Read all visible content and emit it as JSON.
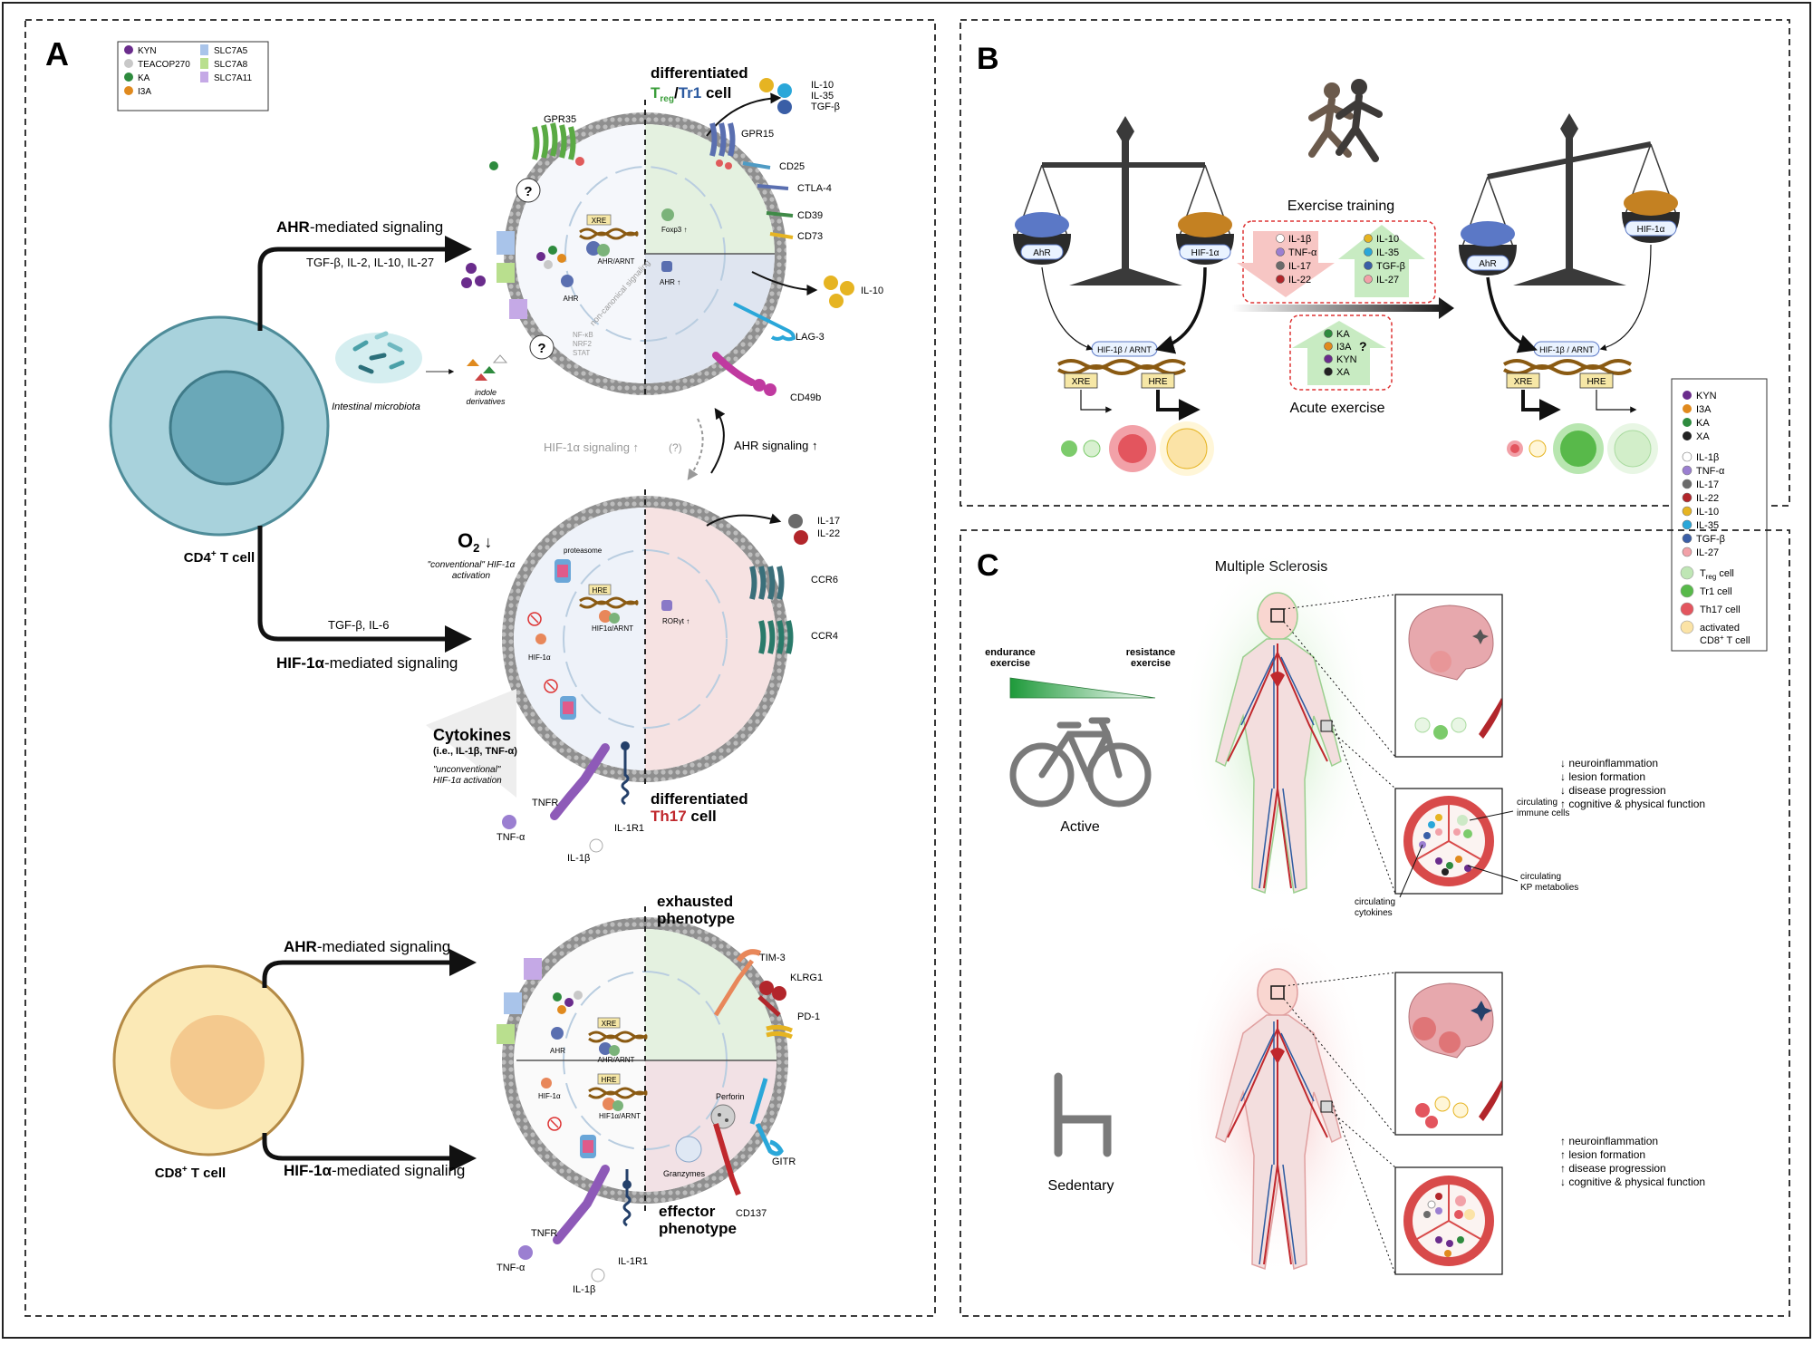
{
  "panelA": {
    "letter": "A",
    "legend": [
      {
        "label": "KYN",
        "color": "#6a2c8c",
        "kind": "dot"
      },
      {
        "label": "TEACOP270",
        "color": "#c8c8c8",
        "kind": "dot"
      },
      {
        "label": "KA",
        "color": "#2e8b3e",
        "kind": "dot"
      },
      {
        "label": "I3A",
        "color": "#e08a1e",
        "kind": "dot"
      },
      {
        "label": "SLC7A5",
        "color": "#a9c4ea",
        "kind": "bar"
      },
      {
        "label": "SLC7A8",
        "color": "#b9df8e",
        "kind": "bar"
      },
      {
        "label": "SLC7A11",
        "color": "#c5a9e6",
        "kind": "bar"
      }
    ],
    "cd4": {
      "label": "CD4",
      "label_sup": "+",
      "label_tail": " T cell",
      "ahr_bold": "AHR",
      "ahr_rest": "-mediated signaling",
      "ahr_cytokines": "TGF-β, IL-2, IL-10, IL-27",
      "hif_bold": "HIF-1α",
      "hif_rest": "-mediated signaling",
      "hif_cytokines": "TGF-β, IL-6",
      "microbiota": "Intestinal microbiota",
      "indole1": "indole",
      "indole2": "derivatives",
      "question": "?",
      "treg": {
        "title1": "differentiated",
        "t_reg": "T",
        "t_reg_sub": "reg",
        "slash": "/",
        "tr1": "Tr1",
        "cell": " cell",
        "cytokines": [
          "IL-10",
          "IL-35",
          "TGF-β"
        ],
        "receptors": [
          "GPR15",
          "CD25",
          "CTLA-4",
          "CD39",
          "CD73"
        ],
        "il10": "IL-10",
        "lag3": "LAG-3",
        "cd49b": "CD49b",
        "gpr35": "GPR35",
        "foxp3": "Foxp3 ↑",
        "ahr_up": "AHR ↑",
        "xre": "XRE",
        "ahr_arnt": "AHR/ARNT",
        "ahr": "AHR",
        "noncanonical": "non-canonical signaling",
        "nfkb": [
          "NF-κB",
          "NRF2",
          "STAT"
        ]
      },
      "mid": {
        "hif_sig": "HIF-1α signaling ↑",
        "q": "(?)",
        "ahr_sig": "AHR signaling ↑"
      },
      "th17": {
        "o2": "O",
        "o2_sub": "2",
        "o2_arrow": " ↓",
        "conv1": "\"conventional\" HIF-1α",
        "conv2": "activation",
        "proteasome": "proteasome",
        "hre": "HRE",
        "hif_arnt": "HIF1α/ARNT",
        "rorgt": "RORγt ↑",
        "hif1a": "HIF-1α",
        "cytokines_out": [
          "IL-17",
          "IL-22"
        ],
        "receptors": [
          "CCR6",
          "CCR4"
        ],
        "cytokines_title": "Cytokines",
        "cytokines_sub": "(i.e., IL-1β, TNF-α)",
        "unconv1": "\"unconventional\"",
        "unconv2": "HIF-1α activation",
        "tnfr": "TNFR",
        "tnfa": "TNF-α",
        "il1b": "IL-1β",
        "il1r1": "IL-1R1",
        "diff": "differentiated",
        "th17": "Th17",
        "cell": " cell"
      }
    },
    "cd8": {
      "label": "CD8",
      "label_sup": "+",
      "label_tail": " T cell",
      "ahr_bold": "AHR",
      "ahr_rest": "-mediated signaling",
      "hif_bold": "HIF-1α",
      "hif_rest": "-mediated signaling",
      "exhausted1": "exhausted",
      "exhausted2": "phenotype",
      "receptors_top": [
        "TIM-3",
        "KLRG1",
        "PD-1"
      ],
      "xre": "XRE",
      "ahr_arnt": "AHR/ARNT",
      "ahr": "AHR",
      "hre": "HRE",
      "hif_arnt": "HIF1α/ARNT",
      "hif1a": "HIF-1α",
      "perforin": "Perforin",
      "granzymes": "Granzymes",
      "gitr": "GITR",
      "cd137": "CD137",
      "effector1": "effector",
      "effector2": "phenotype",
      "tnfr": "TNFR",
      "tnfa": "TNF-α",
      "il1b": "IL-1β",
      "il1r1": "IL-1R1"
    }
  },
  "panelB": {
    "letter": "B",
    "exercise_training": "Exercise training",
    "acute_exercise": "Acute exercise",
    "ahr": "AhR",
    "hif": "HIF-1α",
    "hif_arnt": "HIF-1β / ARNT",
    "xre": "XRE",
    "hre": "HRE",
    "down_list": [
      {
        "label": "IL-1β",
        "color": "#ffffff"
      },
      {
        "label": "TNF-α",
        "color": "#9b7fd1"
      },
      {
        "label": "IL-17",
        "color": "#6b6b6b"
      },
      {
        "label": "IL-22",
        "color": "#b2262b"
      }
    ],
    "up_list": [
      {
        "label": "IL-10",
        "color": "#e6b422"
      },
      {
        "label": "IL-35",
        "color": "#2aa7d9"
      },
      {
        "label": "TGF-β",
        "color": "#3a5ea6"
      },
      {
        "label": "IL-27",
        "color": "#f2a1a8"
      }
    ],
    "acute_list": [
      {
        "label": "KA",
        "color": "#2e8b3e"
      },
      {
        "label": "I3A",
        "color": "#e08a1e"
      },
      {
        "label": "KYN",
        "color": "#6a2c8c"
      },
      {
        "label": "XA",
        "color": "#222222"
      }
    ],
    "acute_q": "?"
  },
  "legendRight": {
    "metabolites": [
      {
        "label": "KYN",
        "color": "#6a2c8c"
      },
      {
        "label": "I3A",
        "color": "#e08a1e"
      },
      {
        "label": "KA",
        "color": "#2e8b3e"
      },
      {
        "label": "XA",
        "color": "#222222"
      }
    ],
    "cytokines": [
      {
        "label": "IL-1β",
        "color": "#ffffff"
      },
      {
        "label": "TNF-α",
        "color": "#9b7fd1"
      },
      {
        "label": "IL-17",
        "color": "#6b6b6b"
      },
      {
        "label": "IL-22",
        "color": "#b2262b"
      },
      {
        "label": "IL-10",
        "color": "#e6b422"
      },
      {
        "label": "IL-35",
        "color": "#2aa7d9"
      },
      {
        "label": "TGF-β",
        "color": "#3a5ea6"
      },
      {
        "label": "IL-27",
        "color": "#f2a1a8"
      }
    ],
    "cells": [
      {
        "label": "T",
        "sub": "reg",
        "tail": " cell",
        "color": "#bfe6b5"
      },
      {
        "label": "Tr1 cell",
        "sub": "",
        "tail": "",
        "color": "#58b94a"
      },
      {
        "label": "Th17 cell",
        "sub": "",
        "tail": "",
        "color": "#e3555e"
      },
      {
        "label": "activated",
        "sub": "",
        "tail": "",
        "color": "#fbe3a6"
      }
    ],
    "cd8_line2": "CD8",
    "cd8_sup": "+",
    "cd8_tail": " T cell"
  },
  "panelC": {
    "letter": "C",
    "title": "Multiple Sclerosis",
    "endurance1": "endurance",
    "endurance2": "exercise",
    "resistance1": "resistance",
    "resistance2": "exercise",
    "active": "Active",
    "sedentary": "Sedentary",
    "active_outcomes": [
      "↓ neuroinflammation",
      "↓ lesion formation",
      "↓ disease progression",
      "↑ cognitive & physical function"
    ],
    "sedentary_outcomes": [
      "↑ neuroinflammation",
      "↑ lesion formation",
      "↑ disease progression",
      "↓ cognitive & physical function"
    ],
    "circ_immune1": "circulating",
    "circ_immune2": "immune cells",
    "circ_kp1": "circulating",
    "circ_kp2": "KP metabolies",
    "circ_cyt1": "circulating",
    "circ_cyt2": "cytokines"
  }
}
